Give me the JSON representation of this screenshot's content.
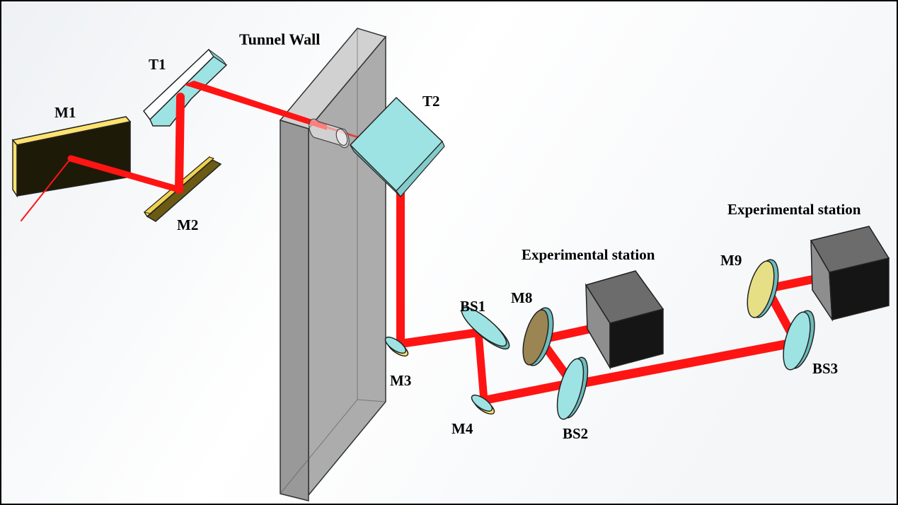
{
  "labels": {
    "tunnel_wall": "Tunnel Wall",
    "t1": "T1",
    "t2": "T2",
    "m1": "M1",
    "m2": "M2",
    "m3": "M3",
    "m4": "M4",
    "m8": "M8",
    "m9": "M9",
    "bs1": "BS1",
    "bs2": "BS2",
    "bs3": "BS3",
    "station_1": "Experimental station",
    "station_2": "Experimental station"
  },
  "colors": {
    "beam": "#ff1414",
    "mirror_gold": "#ffe36e",
    "optic_cyan": "#9ee3e3",
    "wall": "#8e8e8e",
    "station_side": "#7d7d7d",
    "station_front": "#151515"
  }
}
